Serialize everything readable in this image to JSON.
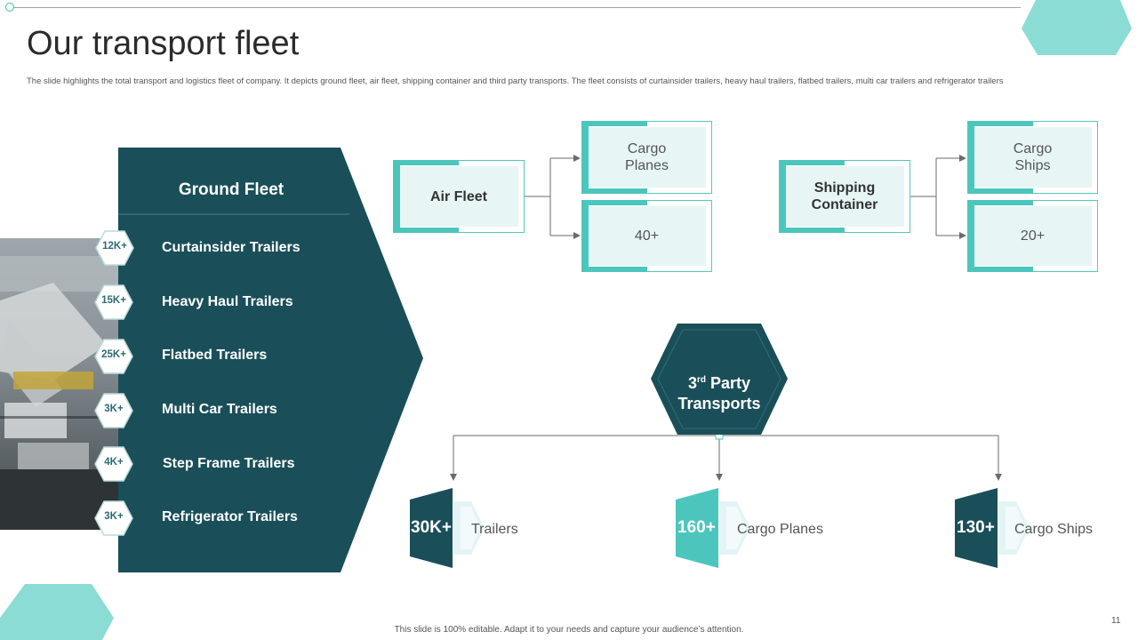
{
  "title": "Our transport fleet",
  "description": "The slide highlights the total transport and logistics fleet of company. It depicts ground fleet, air fleet, shipping container and third party transports. The fleet consists of curtainsider trailers, heavy haul trailers, flatbed trailers, multi  car trailers and refrigerator trailers",
  "ground_fleet": {
    "heading": "Ground Fleet",
    "items": [
      {
        "count": "12K+",
        "label": "Curtainsider Trailers"
      },
      {
        "count": "15K+",
        "label": "Heavy Haul Trailers"
      },
      {
        "count": "25K+",
        "label": "Flatbed Trailers"
      },
      {
        "count": "3K+",
        "label": "Multi Car Trailers"
      },
      {
        "count": "4K+",
        "label": "Step Frame Trailers"
      },
      {
        "count": "3K+",
        "label": "Refrigerator Trailers"
      }
    ]
  },
  "air_fleet": {
    "label": "Air Fleet",
    "type": "Cargo Planes",
    "count": "40+"
  },
  "shipping": {
    "label": "Shipping Container",
    "type": "Cargo Ships",
    "count": "20+"
  },
  "third_party": {
    "title_prefix": "3",
    "title_sup": "rd",
    "title_rest": " Party",
    "title_line2": "Transports",
    "stats": [
      {
        "value": "30K+",
        "label": "Trailers"
      },
      {
        "value": "160+",
        "label": "Cargo Planes"
      },
      {
        "value": "130+",
        "label": "Cargo Ships"
      }
    ]
  },
  "footer": "This slide is 100% editable.  Adapt it to your needs and capture your audience’s attention.",
  "page_number": "11",
  "colors": {
    "dark_teal": "#1a4f59",
    "accent_teal": "#4cc6bd",
    "light_teal": "#8bdcd5",
    "box_fill": "#e7f6f5"
  }
}
